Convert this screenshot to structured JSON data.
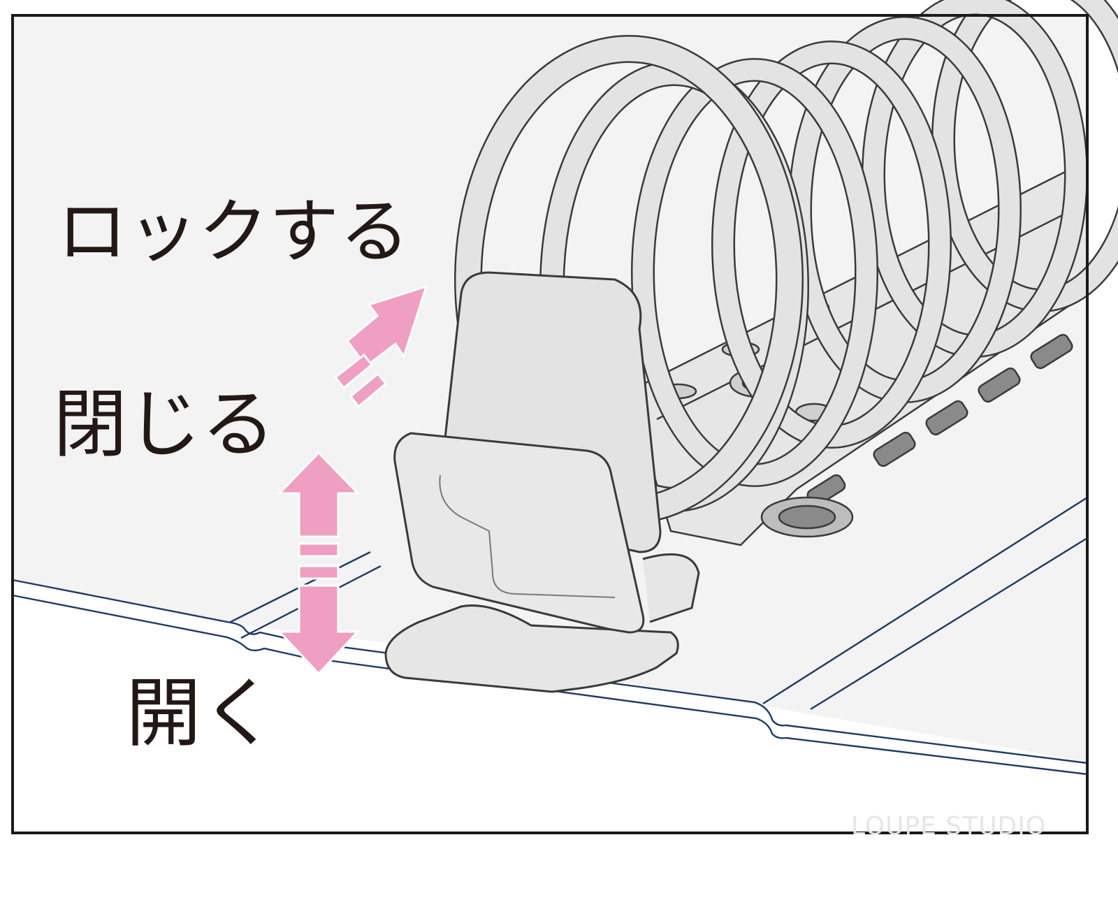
{
  "labels": {
    "lock": "ロックする",
    "close": "閉じる",
    "open": "開く"
  },
  "watermark": "LOUPE STUDIO",
  "colors": {
    "frame": "#1a1a1a",
    "background": "#f3f3f3",
    "paper_line": "#1e3a66",
    "metal": "#e3e3e3",
    "metal_outline": "#3a3a3a",
    "dark_slot": "#8a8a8a",
    "arrow": "#ef9fc2",
    "text": "#231815"
  }
}
